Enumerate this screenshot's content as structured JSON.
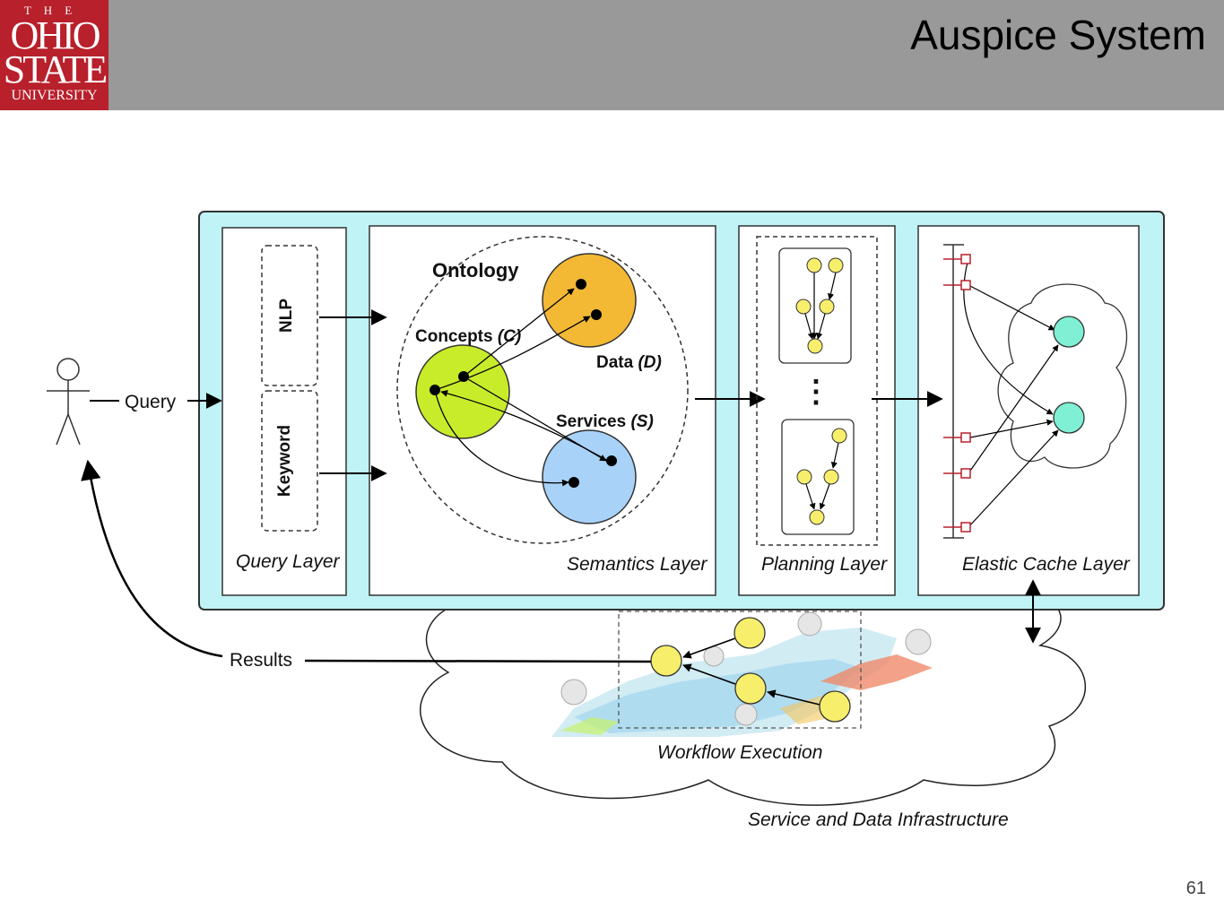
{
  "header": {
    "title": "Auspice System",
    "logo": {
      "line1": "THE",
      "line2": "OHIO",
      "line3": "STATE",
      "line4": "UNIVERSITY"
    }
  },
  "slide_number": "61",
  "diagram": {
    "query_label": "Query",
    "results_label": "Results",
    "query_layer": {
      "title": "Query Layer",
      "nlp": "NLP",
      "keyword": "Keyword"
    },
    "semantics_layer": {
      "title": "Semantics Layer",
      "ontology": "Ontology",
      "concepts": "Concepts",
      "concepts_sym": "(C)",
      "data": "Data",
      "data_sym": "(D)",
      "services": "Services",
      "services_sym": "(S)"
    },
    "planning_layer": {
      "title": "Planning Layer",
      "ellipsis": "⋮"
    },
    "cache_layer": {
      "title": "Elastic Cache Layer"
    },
    "workflow_execution": "Workflow Execution",
    "infrastructure": "Service and Data Infrastructure",
    "colors": {
      "outer_frame": "#bff3f6",
      "concepts": "#c9ec2a",
      "data": "#f3b935",
      "services": "#a9d2f9",
      "workflow_node": "#f7ef6c",
      "cache_node": "#7ff0d4"
    }
  }
}
